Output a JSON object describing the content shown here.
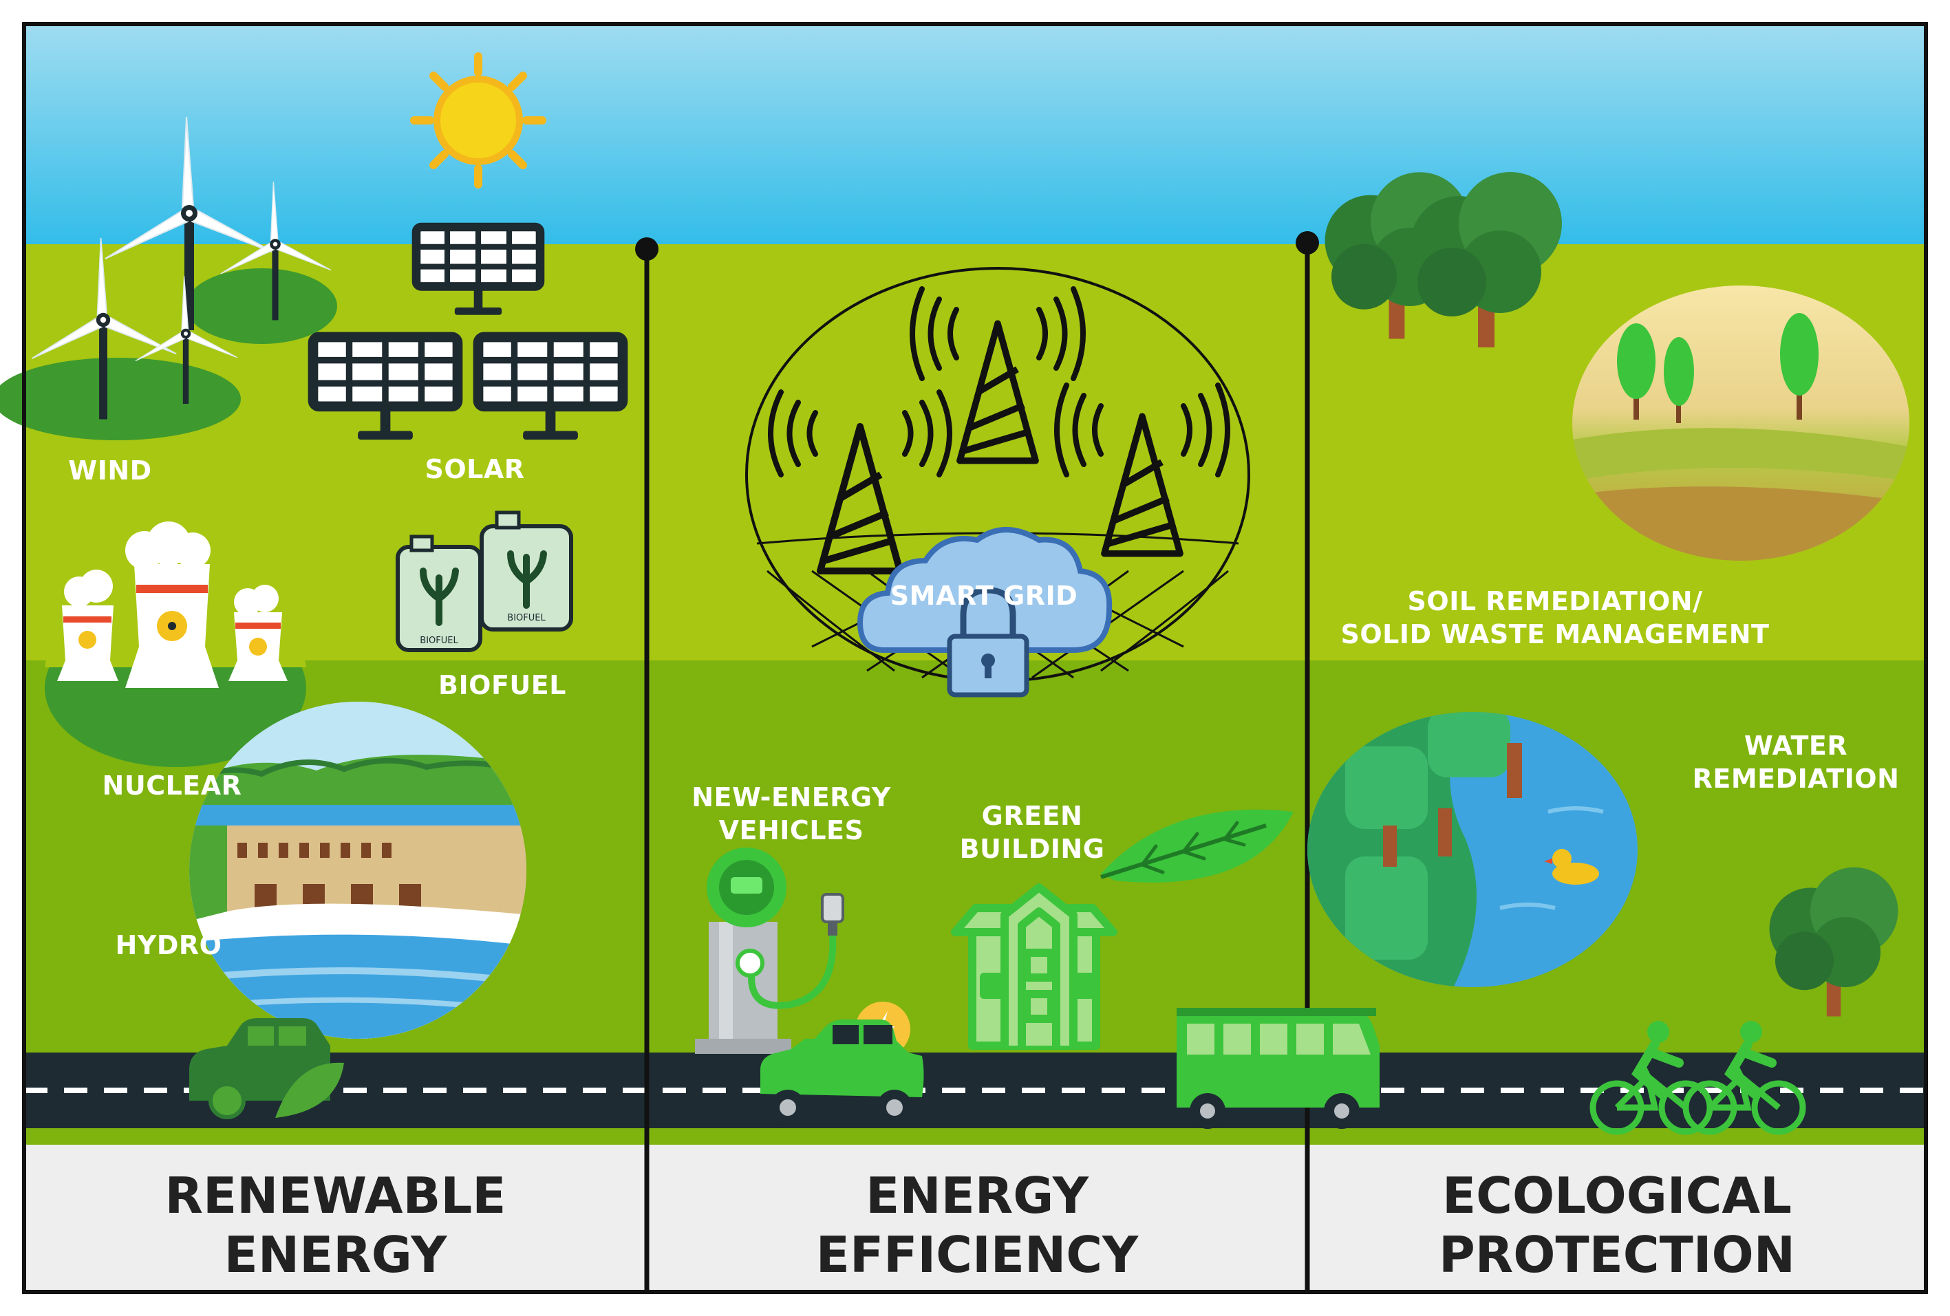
{
  "colors": {
    "sky_top": "#7fd3ef",
    "sky_bottom": "#3ec0ea",
    "grass_light": "#a8c712",
    "grass_dark": "#7fb30e",
    "road": "#1e2b33",
    "caption_bg": "#eeeeee",
    "frame": "#111111",
    "accent_green": "#3cc43c"
  },
  "sections": {
    "renewable": {
      "caption_line1": "RENEWABLE",
      "caption_line2": "ENERGY",
      "labels": {
        "wind": "WIND",
        "solar": "SOLAR",
        "biofuel": "BIOFUEL",
        "nuclear": "NUCLEAR",
        "hydro": "HYDRO"
      },
      "biofuel_can_text": "BIOFUEL"
    },
    "efficiency": {
      "caption_line1": "ENERGY",
      "caption_line2": "EFFICIENCY",
      "labels": {
        "smart_grid": "SMART GRID",
        "nev_line1": "NEW-ENERGY",
        "nev_line2": "VEHICLES",
        "gb_line1": "GREEN",
        "gb_line2": "BUILDING"
      }
    },
    "ecological": {
      "caption_line1": "ECOLOGICAL",
      "caption_line2": "PROTECTION",
      "labels": {
        "soil_line1": "SOIL REMEDIATION/",
        "soil_line2": "SOLID WASTE MANAGEMENT",
        "water_line1": "WATER",
        "water_line2": "REMEDIATION"
      }
    }
  },
  "icons": [
    "sun-icon",
    "wind-turbine-icon",
    "solar-panel-icon",
    "biofuel-can-icon",
    "nuclear-plant-icon",
    "hydro-dam-icon",
    "transmission-tower-icon",
    "cloud-lock-icon",
    "charging-station-icon",
    "lightning-icon",
    "green-building-icon",
    "leaf-icon",
    "car-icon",
    "bus-icon",
    "bicycle-icon",
    "tree-icon",
    "duck-icon"
  ]
}
